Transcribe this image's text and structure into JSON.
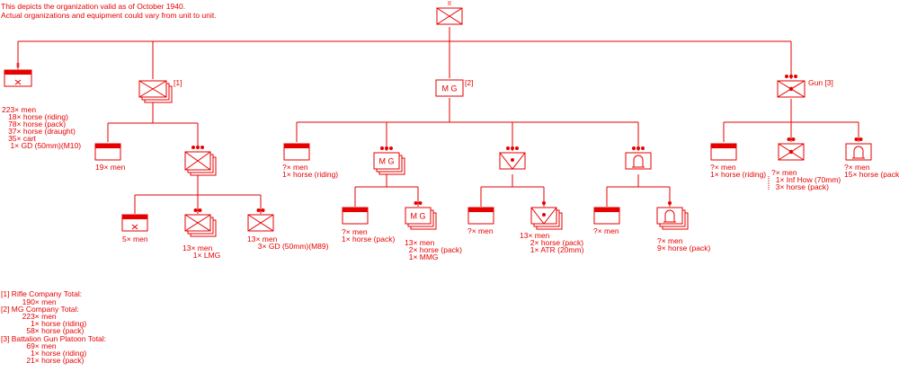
{
  "header_notes": [
    "This depicts the organization valid as of October 1940.",
    "Actual organizations and equipment could vary from unit to unit."
  ],
  "colors": {
    "main": "#e60000",
    "background": "#ffffff"
  },
  "unit_marks": {
    "battalion": "II",
    "company": "I",
    "mg": "M G"
  },
  "tags": {
    "rifle": "[1]",
    "mg": "[2]",
    "gun": "Gun [3]"
  },
  "labels": {
    "staff": [
      "223× men",
      "   18× horse (riding)",
      "   78× horse (pack)",
      "   37× horse (draught)",
      "   35× cart",
      "    1× GD (50mm)(M10)"
    ],
    "rifle_hq": [
      "19× men"
    ],
    "rifle_sec": [
      "5× men"
    ],
    "rifle_plt": [
      "13× men",
      "     1× LMG"
    ],
    "rifle_gd": [
      "13× men",
      "     3× GD (50mm)(M89)"
    ],
    "mg_hq": [
      "?× men",
      "1× horse (riding)"
    ],
    "mg_plt_hq": [
      "?× men",
      "1× horse (pack)"
    ],
    "mg_sec": [
      "13× men",
      "  2× horse (pack)",
      "  1× MMG"
    ],
    "atr_hq": [
      "?× men"
    ],
    "atr_sec": [
      "13× men",
      "     2× horse (pack)",
      "     1× ATR (20mm)"
    ],
    "arm_hq": [
      "?× men"
    ],
    "arm_sec": [
      "?× men",
      "9× horse (pack)"
    ],
    "gun_hq": [
      "?× men",
      "1× horse (riding)"
    ],
    "gun_sec": [
      "?× men",
      "  1× Inf How (70mm)",
      "  3× horse (pack)"
    ],
    "gun_ammo": [
      "?× men",
      "15× horse (pack)"
    ]
  },
  "totals": [
    "[1] Rifle Company Total:",
    "          190× men",
    "[2] MG Company Total:",
    "          223× men",
    "              1× horse (riding)",
    "            58× horse (pack)",
    "[3] Battalion Gun Platoon Total:",
    "            69× men",
    "              1× horse (riding)",
    "            21× horse (pack)"
  ]
}
